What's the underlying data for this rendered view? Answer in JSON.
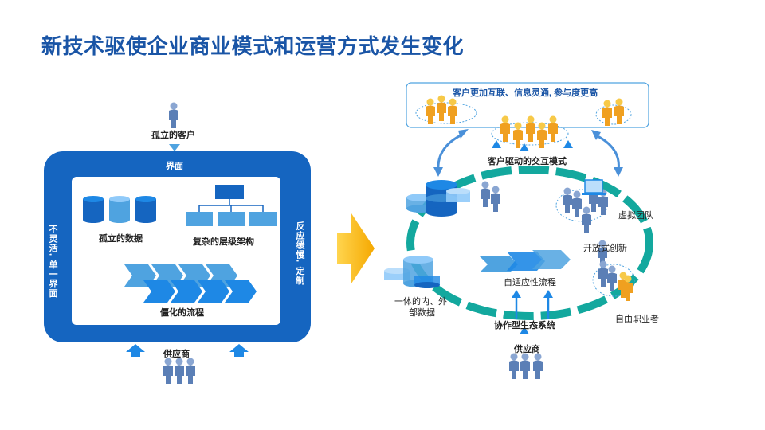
{
  "title": "新技术驱使企业商业模式和运营方式发生变化",
  "left": {
    "isolated_customer": "孤立的客户",
    "interface_top": "界面",
    "left_side_label": "不灵活, 单一界面",
    "right_side_label": "反应缓慢, 定制",
    "isolated_data": "孤立的数据",
    "complex_hierarchy": "复杂的层级架构",
    "rigid_process": "僵化的流程",
    "supplier": "供应商"
  },
  "right": {
    "customer_banner": "客户更加互联、信息灵通, 参与度更高",
    "customer_driven": "客户驱动的交互模式",
    "virtual_team": "虚拟团队",
    "open_innovation": "开放式创新",
    "adaptive_process": "自适应性流程",
    "integrated_data_1": "一体的内、外",
    "integrated_data_2": "部数据",
    "freelancer": "自由职业者",
    "ecosystem": "协作型生态系统",
    "supplier": "供应商"
  },
  "colors": {
    "title": "#1a55a6",
    "frame": "#1565c0",
    "db_blue": "#1976d2",
    "light_blue": "#4fa3e0",
    "teal": "#13a89e",
    "yellow": "#f5b800",
    "orange": "#f0a020",
    "person_blue": "#5b7fb6"
  },
  "icons": [
    "person-icon",
    "database-icon",
    "org-chart-icon",
    "chevron-process-icon",
    "arrow-up-icon",
    "big-arrow-right-icon",
    "cycle-arrow-icon"
  ]
}
